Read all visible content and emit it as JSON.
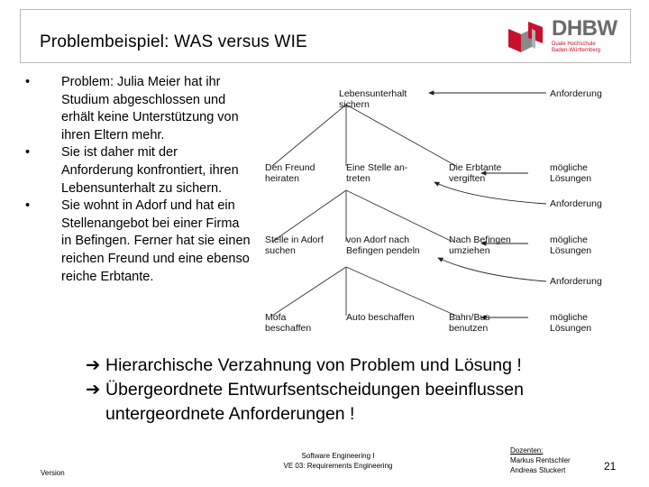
{
  "title": "Problembeispiel: WAS versus WIE",
  "logo": {
    "text": "DHBW",
    "sub_line1": "Duale Hochschule",
    "sub_line2": "Baden-Württemberg",
    "color_red": "#c8102e",
    "color_gray": "#6b6b6b"
  },
  "bullets": [
    {
      "marker": "•",
      "text": "Problem: Julia Meier hat ihr Studium abgeschlossen und erhält keine Unterstützung von ihren Eltern mehr."
    },
    {
      "marker": "•",
      "text": "Sie ist daher mit der Anforderung konfrontiert, ihren Lebensunterhalt zu sichern."
    },
    {
      "marker": "•",
      "text": "Sie wohnt in Adorf und hat ein Stellenangebot bei einer Firma in Befingen. Ferner hat sie einen reichen Freund und eine ebenso reiche Erbtante."
    }
  ],
  "diagram": {
    "top_node": {
      "line1": "Lebensunterhalt",
      "line2": "sichern"
    },
    "level1": [
      {
        "line1": "Den Freund",
        "line2": "heiraten"
      },
      {
        "line1": "Eine Stelle an-",
        "line2": "treten"
      },
      {
        "line1": "Die Erbtante",
        "line2": "vergiften"
      }
    ],
    "level2": [
      {
        "line1": "Stelle in Adorf",
        "line2": "suchen"
      },
      {
        "line1": "von Adorf nach",
        "line2": "Befingen pendeln"
      },
      {
        "line1": "Nach Befingen",
        "line2": "umziehen"
      }
    ],
    "level3": [
      {
        "line1": "Mofa",
        "line2": "beschaffen"
      },
      {
        "line1": "Auto beschaffen",
        "line2": ""
      },
      {
        "line1": "Bahn/Bus",
        "line2": "benutzen"
      }
    ],
    "right_labels": [
      {
        "line1": "Anforderung",
        "line2": ""
      },
      {
        "line1": "mögliche",
        "line2": "Lösungen"
      },
      {
        "line1": "Anforderung",
        "line2": ""
      },
      {
        "line1": "mögliche",
        "line2": "Lösungen"
      },
      {
        "line1": "Anforderung",
        "line2": ""
      },
      {
        "line1": "mögliche",
        "line2": "Lösungen"
      }
    ]
  },
  "conclusions": {
    "arrow": "➔",
    "line1": "Hierarchische Verzahnung von Problem und Lösung !",
    "line2": "Übergeordnete Entwurfsentscheidungen beeinflussen",
    "line3": "untergeordnete Anforderungen !"
  },
  "footer": {
    "version_label": "Version",
    "course_line1": "Software Engineering I",
    "course_line2": "VE 03: Requirements Engineering",
    "lecturers_label": "Dozenten:",
    "lecturer1": "Markus Rentschler",
    "lecturer2": "Andreas Stuckert",
    "page_number": "21"
  }
}
